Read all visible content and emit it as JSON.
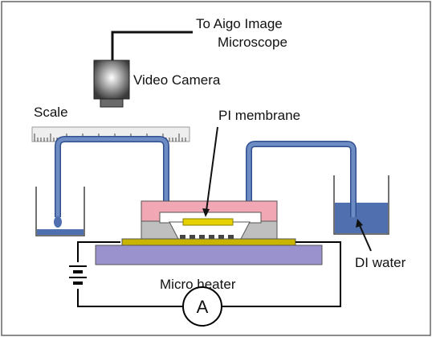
{
  "labels": {
    "camera_link_line1": "To Aigo Image",
    "camera_link_line2": "Microscope",
    "video_camera": "Video Camera",
    "scale": "Scale",
    "pi_membrane": "PI membrane",
    "di_water": "DI water",
    "micro_heater": "Micro heater",
    "ammeter": "A"
  },
  "colors": {
    "tube": "#5f7fb8",
    "water": "#4f6fae",
    "chamber_top": "#f2a8b4",
    "chamber_inner": "#c8c8c8",
    "heater_plate": "#9a92cc",
    "membrane": "#e6d200",
    "wire": "#000000"
  },
  "icons": [
    "video-camera-icon",
    "battery-icon",
    "ammeter-icon",
    "ruler-icon"
  ]
}
